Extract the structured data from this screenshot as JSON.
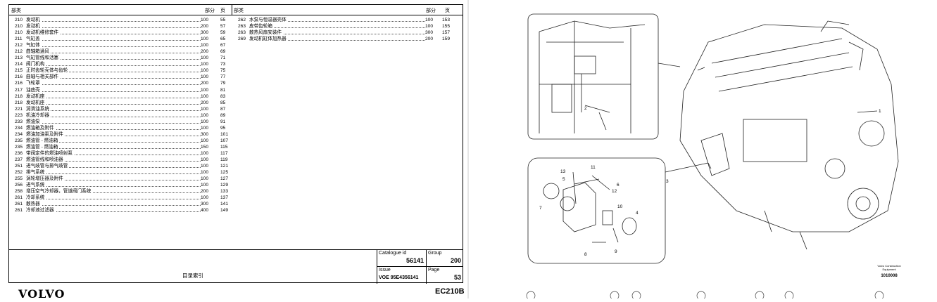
{
  "header": {
    "section": "部类",
    "part": "部分",
    "page": "页"
  },
  "index_left": [
    {
      "code": "210",
      "name": "发动机",
      "part": "100",
      "page": "55"
    },
    {
      "code": "210",
      "name": "发动机",
      "part": "200",
      "page": "57"
    },
    {
      "code": "210",
      "name": "发动机维修套件",
      "part": "300",
      "page": "59"
    },
    {
      "code": "211",
      "name": "气缸盖",
      "part": "100",
      "page": "65"
    },
    {
      "code": "212",
      "name": "气缸体",
      "part": "100",
      "page": "67"
    },
    {
      "code": "212",
      "name": "曲轴箱通风",
      "part": "200",
      "page": "69"
    },
    {
      "code": "213",
      "name": "气缸管线和活塞",
      "part": "100",
      "page": "71"
    },
    {
      "code": "214",
      "name": "阀门机构",
      "part": "100",
      "page": "73"
    },
    {
      "code": "215",
      "name": "正时齿轮壳体与齿轮",
      "part": "100",
      "page": "75"
    },
    {
      "code": "216",
      "name": "曲轴与相关部件",
      "part": "100",
      "page": "77"
    },
    {
      "code": "216",
      "name": "飞轮罩",
      "part": "200",
      "page": "79"
    },
    {
      "code": "217",
      "name": "油底壳",
      "part": "100",
      "page": "81"
    },
    {
      "code": "218",
      "name": "发动机座",
      "part": "100",
      "page": "83"
    },
    {
      "code": "218",
      "name": "发动机座",
      "part": "200",
      "page": "85"
    },
    {
      "code": "221",
      "name": "润滑油系统",
      "part": "100",
      "page": "87"
    },
    {
      "code": "223",
      "name": "机油冷却器",
      "part": "100",
      "page": "89"
    },
    {
      "code": "233",
      "name": "燃油泵",
      "part": "100",
      "page": "91"
    },
    {
      "code": "234",
      "name": "燃油箱及附件",
      "part": "100",
      "page": "95"
    },
    {
      "code": "234",
      "name": "燃油加油泵及附件",
      "part": "300",
      "page": "101"
    },
    {
      "code": "235",
      "name": "燃油管 - 燃油箱",
      "part": "100",
      "page": "107"
    },
    {
      "code": "235",
      "name": "燃油管 - 燃油箱",
      "part": "150",
      "page": "115"
    },
    {
      "code": "236",
      "name": "带阀定件的燃油喷射泵",
      "part": "100",
      "page": "117"
    },
    {
      "code": "237",
      "name": "燃油管线和喷油器",
      "part": "100",
      "page": "119"
    },
    {
      "code": "251",
      "name": "进气歧管与排气歧管",
      "part": "100",
      "page": "121"
    },
    {
      "code": "252",
      "name": "排气系统",
      "part": "100",
      "page": "125"
    },
    {
      "code": "255",
      "name": "涡轮增压器及附件",
      "part": "100",
      "page": "127"
    },
    {
      "code": "256",
      "name": "进气系统",
      "part": "100",
      "page": "129"
    },
    {
      "code": "258",
      "name": "增压空气冷却器，管道阀门系统",
      "part": "200",
      "page": "133"
    },
    {
      "code": "261",
      "name": "冷却系统",
      "part": "100",
      "page": "137"
    },
    {
      "code": "261",
      "name": "散热器",
      "part": "300",
      "page": "141"
    },
    {
      "code": "261",
      "name": "冷却液过滤器",
      "part": "400",
      "page": "149"
    }
  ],
  "index_right": [
    {
      "code": "262",
      "name": "水泵与恒温器壳体",
      "part": "100",
      "page": "153"
    },
    {
      "code": "263",
      "name": "皮带齿轮箱",
      "part": "100",
      "page": "155"
    },
    {
      "code": "263",
      "name": "散热风扇安装件",
      "part": "300",
      "page": "157"
    },
    {
      "code": "269",
      "name": "发动机缸体加热器",
      "part": "200",
      "page": "159"
    }
  ],
  "footer": {
    "title": "目录索引",
    "catalogue_id_label": "Catalogue id",
    "catalogue_id": "56141",
    "group_label": "Group",
    "group": "200",
    "issue_label": "Issue",
    "issue": "VOE 95E4356141",
    "page_label": "Page",
    "page": "53"
  },
  "brand": "VOLVO",
  "model": "EC210B",
  "figure": {
    "callouts": [
      "1",
      "2",
      "3",
      "4",
      "5",
      "6",
      "7",
      "8",
      "9",
      "10",
      "11",
      "12",
      "13"
    ],
    "caption": "Volvo Construction Equipment",
    "number": "1010008"
  }
}
